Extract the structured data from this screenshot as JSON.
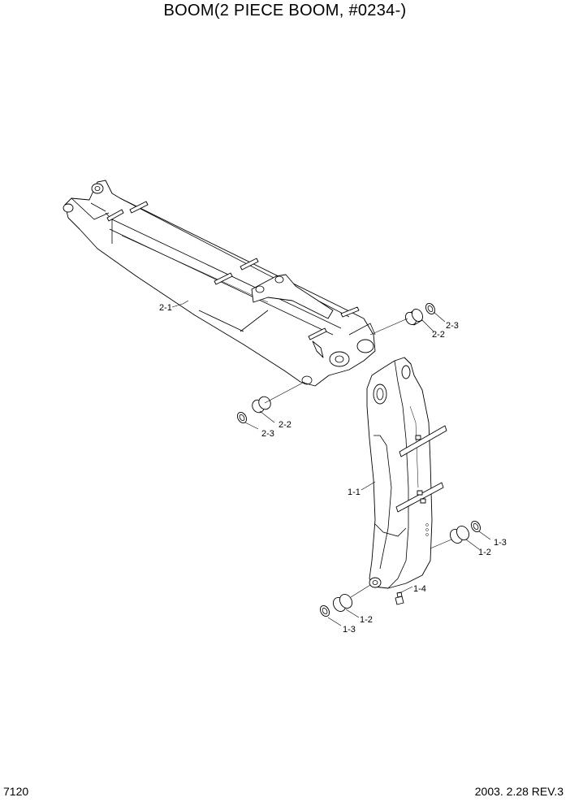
{
  "title": "BOOM(2 PIECE BOOM, #0234-)",
  "footer": {
    "page_number": "7120",
    "revision": "2003. 2.28  REV.3"
  },
  "callouts": {
    "c_2_1": "2-1",
    "c_2_2_top": "2-2",
    "c_2_3_top": "2-3",
    "c_2_2_low": "2-2",
    "c_2_3_low": "2-3",
    "c_1_1": "1-1",
    "c_1_2_right": "1-2",
    "c_1_3_right": "1-3",
    "c_1_4": "1-4",
    "c_1_2_low": "1-2",
    "c_1_3_low": "1-3"
  }
}
